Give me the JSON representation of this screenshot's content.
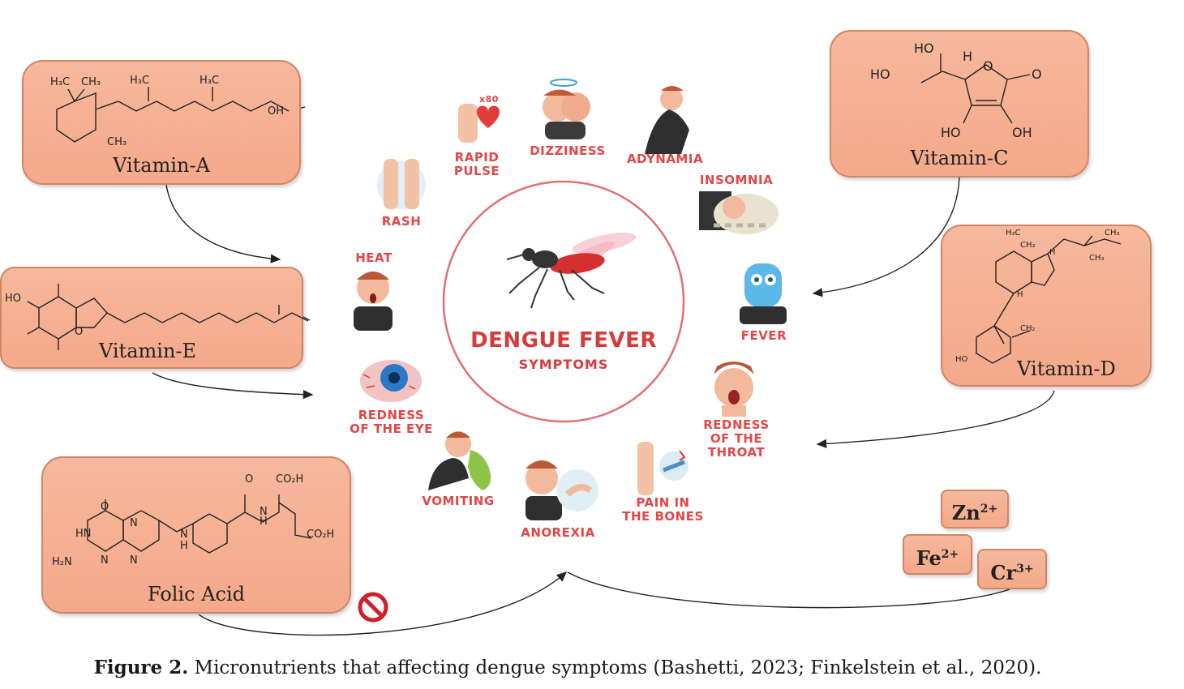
{
  "center": {
    "title": "DENGUE FEVER",
    "subtitle": "SYMPTOMS"
  },
  "symptoms": {
    "rapid_pulse": {
      "line1": "RAPID",
      "line2": "PULSE",
      "badge": "x80"
    },
    "dizziness": "DIZZINESS",
    "adynamia": "ADYNAMIA",
    "insomnia": "INSOMNIA",
    "fever": "FEVER",
    "redness_throat": {
      "line1": "REDNESS",
      "line2": "OF THE",
      "line3": "THROAT"
    },
    "pain_bones": {
      "line1": "PAIN IN",
      "line2": "THE BONES"
    },
    "anorexia": "ANOREXIA",
    "vomiting": "VOMITING",
    "redness_eye": {
      "line1": "REDNESS",
      "line2": "OF THE EYE"
    },
    "heat": "HEAT",
    "rash": "RASH"
  },
  "nutrients": {
    "vitamin_a": "Vitamin-A",
    "vitamin_e": "Vitamin-E",
    "vitamin_c": "Vitamin-C",
    "vitamin_d": "Vitamin-D",
    "folic_acid": "Folic Acid"
  },
  "chem_labels": {
    "a_h3c1": "H₃C",
    "a_ch3a": "CH₃",
    "a_h3c2": "H₃C",
    "a_h3c3": "H₃C",
    "a_oh": "OH",
    "a_ch3b": "CH₃",
    "e_ho": "HO",
    "e_o": "O",
    "c_ho_top": "HO",
    "c_h": "H",
    "c_o_ring": "O",
    "c_o_keto": "O",
    "c_ho_left": "HO",
    "c_ho_bottom": "HO",
    "c_oh_bottom": "OH",
    "d_h3c": "H₃C",
    "d_ch3a": "CH₃",
    "d_ch3b": "CH₃",
    "d_ch3c": "CH₃",
    "d_h1": "H",
    "d_h2": "H",
    "d_ch2": "CH₂",
    "d_ho": "HO",
    "f_o": "O",
    "f_o2": "O",
    "f_co2h_top": "CO₂H",
    "f_hn": "HN",
    "f_n1": "N",
    "f_n2": "N",
    "f_nh": "N",
    "f_h": "H",
    "f_n3": "N",
    "f_h2n": "H₂N",
    "f_n4": "N",
    "f_n5": "N",
    "f_co2h": "CO₂H",
    "f_h2": "H"
  },
  "ions": {
    "zn": {
      "symbol": "Zn",
      "charge": "2+"
    },
    "fe": {
      "symbol": "Fe",
      "charge": "2+"
    },
    "cr": {
      "symbol": "Cr",
      "charge": "3+"
    }
  },
  "caption": {
    "label": "Figure 2.",
    "text": " Micronutrients that affecting dengue symptoms (Bashetti, 2023; Finkelstein et al., 2020)."
  },
  "colors": {
    "box_fill": "#f5ac8c",
    "box_border": "#cf8566",
    "symptom_red": "#e24646",
    "circle": "#e07070"
  }
}
